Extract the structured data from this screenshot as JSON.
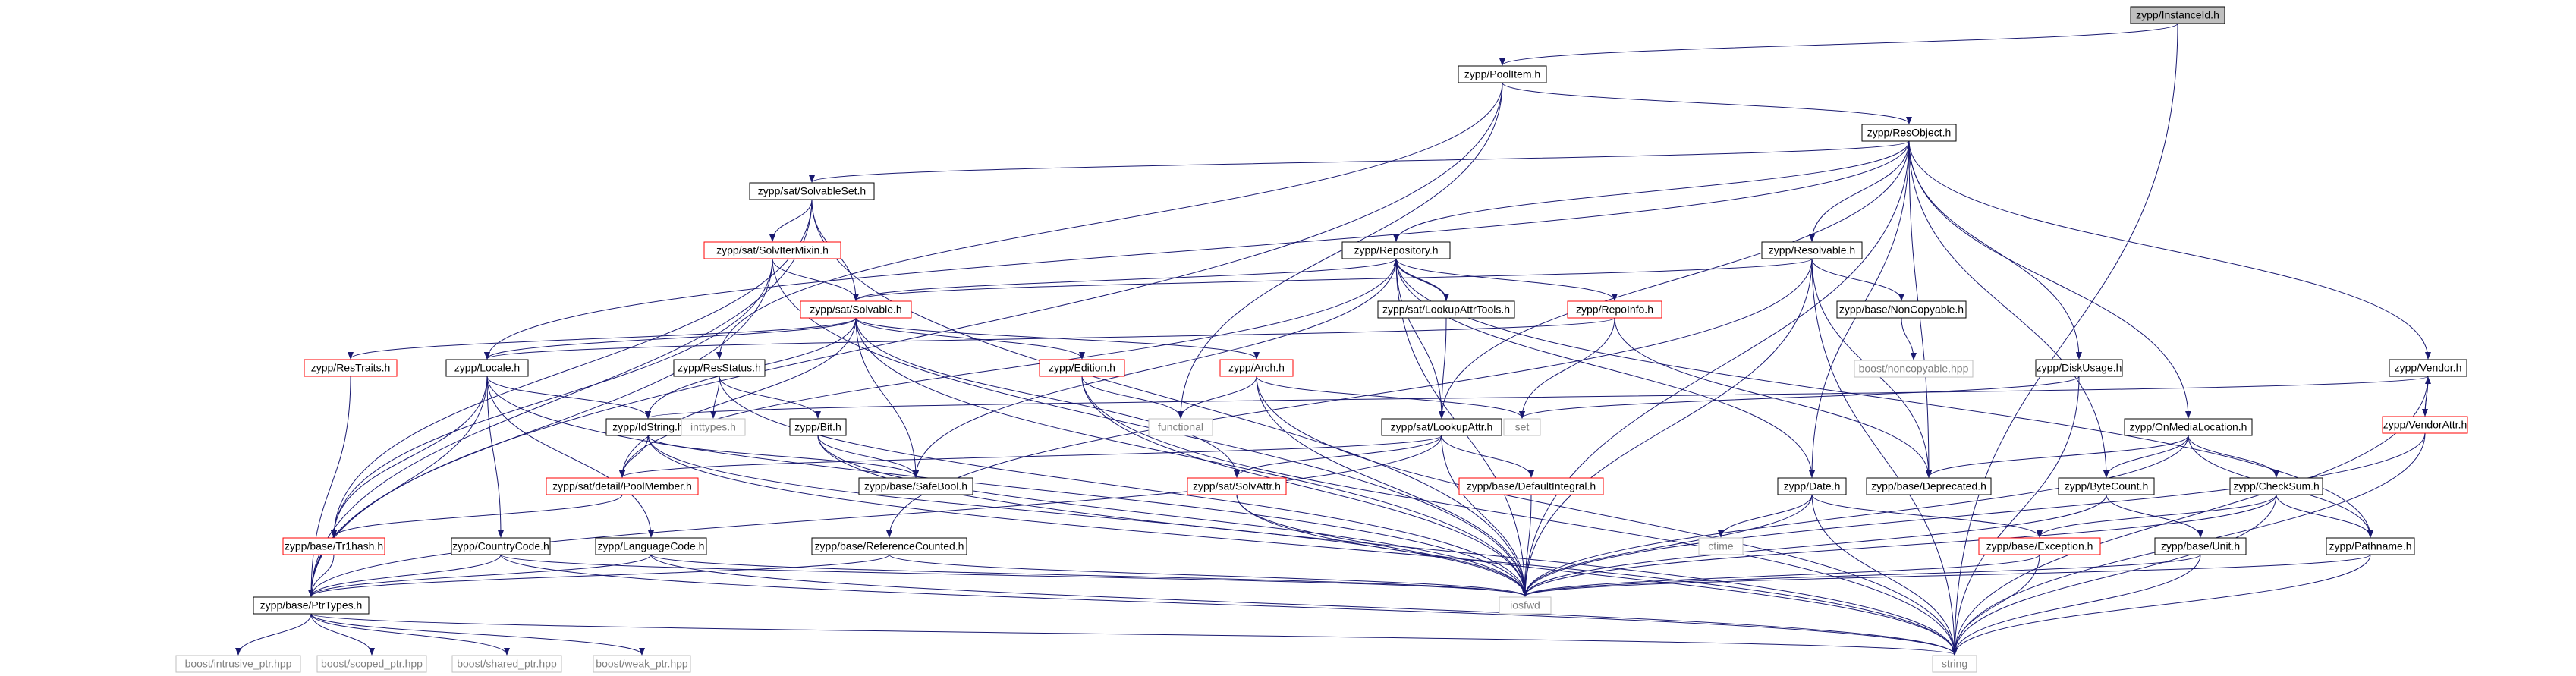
{
  "colors": {
    "edge": "#191970",
    "root_fill": "#bfbfbf",
    "documented_border": "#000000",
    "undocumented_border": "#ff0000",
    "system_border": "#bfbfbf",
    "system_text": "#7f7f7f",
    "text": "#000000"
  },
  "nodes": [
    {
      "id": "instanceid",
      "label": "zypp/InstanceId.h",
      "kind": "root"
    },
    {
      "id": "poolitem",
      "label": "zypp/PoolItem.h",
      "kind": "doc"
    },
    {
      "id": "resobject",
      "label": "zypp/ResObject.h",
      "kind": "doc"
    },
    {
      "id": "solvableset",
      "label": "zypp/sat/SolvableSet.h",
      "kind": "doc"
    },
    {
      "id": "solvitermixin",
      "label": "zypp/sat/SolvIterMixin.h",
      "kind": "red"
    },
    {
      "id": "repository",
      "label": "zypp/Repository.h",
      "kind": "doc"
    },
    {
      "id": "resolvable",
      "label": "zypp/Resolvable.h",
      "kind": "doc"
    },
    {
      "id": "solvable",
      "label": "zypp/sat/Solvable.h",
      "kind": "red"
    },
    {
      "id": "lookupattrtools",
      "label": "zypp/sat/LookupAttrTools.h",
      "kind": "doc"
    },
    {
      "id": "repoinfo",
      "label": "zypp/RepoInfo.h",
      "kind": "red"
    },
    {
      "id": "noncopyable",
      "label": "zypp/base/NonCopyable.h",
      "kind": "doc"
    },
    {
      "id": "boostnoncopyable",
      "label": "boost/noncopyable.hpp",
      "kind": "sys"
    },
    {
      "id": "restraits",
      "label": "zypp/ResTraits.h",
      "kind": "red"
    },
    {
      "id": "locale",
      "label": "zypp/Locale.h",
      "kind": "doc"
    },
    {
      "id": "resstatus",
      "label": "zypp/ResStatus.h",
      "kind": "doc"
    },
    {
      "id": "edition",
      "label": "zypp/Edition.h",
      "kind": "red"
    },
    {
      "id": "arch",
      "label": "zypp/Arch.h",
      "kind": "red"
    },
    {
      "id": "diskusage",
      "label": "zypp/DiskUsage.h",
      "kind": "doc"
    },
    {
      "id": "vendor",
      "label": "zypp/Vendor.h",
      "kind": "doc"
    },
    {
      "id": "vendorattr",
      "label": "zypp/VendorAttr.h",
      "kind": "red"
    },
    {
      "id": "idstring",
      "label": "zypp/IdString.h",
      "kind": "doc"
    },
    {
      "id": "inttypes",
      "label": "inttypes.h",
      "kind": "sys"
    },
    {
      "id": "bit",
      "label": "zypp/Bit.h",
      "kind": "doc"
    },
    {
      "id": "functional",
      "label": "functional",
      "kind": "sys"
    },
    {
      "id": "set",
      "label": "set",
      "kind": "sys"
    },
    {
      "id": "lookupattr",
      "label": "zypp/sat/LookupAttr.h",
      "kind": "doc"
    },
    {
      "id": "onmedialocation",
      "label": "zypp/OnMediaLocation.h",
      "kind": "doc"
    },
    {
      "id": "poolmember",
      "label": "zypp/sat/detail/PoolMember.h",
      "kind": "red"
    },
    {
      "id": "safebool",
      "label": "zypp/base/SafeBool.h",
      "kind": "doc"
    },
    {
      "id": "solvattr",
      "label": "zypp/sat/SolvAttr.h",
      "kind": "red"
    },
    {
      "id": "defaultintegral",
      "label": "zypp/base/DefaultIntegral.h",
      "kind": "red"
    },
    {
      "id": "date",
      "label": "zypp/Date.h",
      "kind": "doc"
    },
    {
      "id": "deprecated",
      "label": "zypp/base/Deprecated.h",
      "kind": "doc"
    },
    {
      "id": "bytecount",
      "label": "zypp/ByteCount.h",
      "kind": "doc"
    },
    {
      "id": "checksum",
      "label": "zypp/CheckSum.h",
      "kind": "doc"
    },
    {
      "id": "tr1hash",
      "label": "zypp/base/Tr1hash.h",
      "kind": "red"
    },
    {
      "id": "countrycode",
      "label": "zypp/CountryCode.h",
      "kind": "doc"
    },
    {
      "id": "languagecode",
      "label": "zypp/LanguageCode.h",
      "kind": "doc"
    },
    {
      "id": "referencecounted",
      "label": "zypp/base/ReferenceCounted.h",
      "kind": "doc"
    },
    {
      "id": "ctime",
      "label": "ctime",
      "kind": "sys"
    },
    {
      "id": "exception",
      "label": "zypp/base/Exception.h",
      "kind": "red"
    },
    {
      "id": "unit",
      "label": "zypp/base/Unit.h",
      "kind": "doc"
    },
    {
      "id": "pathname",
      "label": "zypp/Pathname.h",
      "kind": "doc"
    },
    {
      "id": "ptrtypes",
      "label": "zypp/base/PtrTypes.h",
      "kind": "doc"
    },
    {
      "id": "iosfwd",
      "label": "iosfwd",
      "kind": "sys"
    },
    {
      "id": "intrusive",
      "label": "boost/intrusive_ptr.hpp",
      "kind": "sys"
    },
    {
      "id": "scoped",
      "label": "boost/scoped_ptr.hpp",
      "kind": "sys"
    },
    {
      "id": "shared",
      "label": "boost/shared_ptr.hpp",
      "kind": "sys"
    },
    {
      "id": "weak",
      "label": "boost/weak_ptr.hpp",
      "kind": "sys"
    },
    {
      "id": "string",
      "label": "string",
      "kind": "sys"
    }
  ],
  "edges": [
    [
      "instanceid",
      "poolitem"
    ],
    [
      "instanceid",
      "string"
    ],
    [
      "poolitem",
      "resobject"
    ],
    [
      "poolitem",
      "resstatus"
    ],
    [
      "poolitem",
      "ptrtypes"
    ],
    [
      "poolitem",
      "functional"
    ],
    [
      "resobject",
      "solvableset"
    ],
    [
      "resobject",
      "repository"
    ],
    [
      "resobject",
      "resolvable"
    ],
    [
      "resobject",
      "locale"
    ],
    [
      "resobject",
      "diskusage"
    ],
    [
      "resobject",
      "vendor"
    ],
    [
      "resobject",
      "lookupattr"
    ],
    [
      "resobject",
      "onmedialocation"
    ],
    [
      "resobject",
      "date"
    ],
    [
      "resobject",
      "bytecount"
    ],
    [
      "resobject",
      "deprecated"
    ],
    [
      "resobject",
      "iosfwd"
    ],
    [
      "solvableset",
      "solvitermixin"
    ],
    [
      "solvableset",
      "solvable"
    ],
    [
      "solvableset",
      "ptrtypes"
    ],
    [
      "solvableset",
      "tr1hash"
    ],
    [
      "solvableset",
      "iosfwd"
    ],
    [
      "solvitermixin",
      "solvable"
    ],
    [
      "solvitermixin",
      "ptrtypes"
    ],
    [
      "solvitermixin",
      "tr1hash"
    ],
    [
      "solvitermixin",
      "iosfwd"
    ],
    [
      "repository",
      "solvable"
    ],
    [
      "repository",
      "lookupattrtools"
    ],
    [
      "repository",
      "repoinfo"
    ],
    [
      "repository",
      "lookupattr"
    ],
    [
      "repository",
      "poolmember"
    ],
    [
      "repository",
      "safebool"
    ],
    [
      "repository",
      "iosfwd"
    ],
    [
      "repository",
      "date"
    ],
    [
      "repository",
      "pathname"
    ],
    [
      "resolvable",
      "solvable"
    ],
    [
      "resolvable",
      "noncopyable"
    ],
    [
      "resolvable",
      "deprecated"
    ],
    [
      "resolvable",
      "referencecounted"
    ],
    [
      "resolvable",
      "iosfwd"
    ],
    [
      "resolvable",
      "string"
    ],
    [
      "solvable",
      "restraits"
    ],
    [
      "solvable",
      "locale"
    ],
    [
      "solvable",
      "edition"
    ],
    [
      "solvable",
      "arch"
    ],
    [
      "solvable",
      "idstring"
    ],
    [
      "solvable",
      "poolmember"
    ],
    [
      "solvable",
      "safebool"
    ],
    [
      "solvable",
      "solvattr"
    ],
    [
      "solvable",
      "iosfwd"
    ],
    [
      "lookupattrtools",
      "lookupattr"
    ],
    [
      "lookupattrtools",
      "repository"
    ],
    [
      "repoinfo",
      "locale"
    ],
    [
      "repoinfo",
      "set"
    ],
    [
      "repoinfo",
      "deprecated"
    ],
    [
      "noncopyable",
      "boostnoncopyable"
    ],
    [
      "restraits",
      "ptrtypes"
    ],
    [
      "locale",
      "idstring"
    ],
    [
      "locale",
      "countrycode"
    ],
    [
      "locale",
      "languagecode"
    ],
    [
      "locale",
      "tr1hash"
    ],
    [
      "locale",
      "ptrtypes"
    ],
    [
      "locale",
      "iosfwd"
    ],
    [
      "resstatus",
      "bit"
    ],
    [
      "resstatus",
      "inttypes"
    ],
    [
      "resstatus",
      "iosfwd"
    ],
    [
      "edition",
      "functional"
    ],
    [
      "edition",
      "iosfwd"
    ],
    [
      "edition",
      "string"
    ],
    [
      "arch",
      "functional"
    ],
    [
      "arch",
      "set"
    ],
    [
      "arch",
      "iosfwd"
    ],
    [
      "arch",
      "string"
    ],
    [
      "diskusage",
      "set"
    ],
    [
      "diskusage",
      "string"
    ],
    [
      "vendor",
      "vendorattr"
    ],
    [
      "vendor",
      "idstring"
    ],
    [
      "vendor",
      "string"
    ],
    [
      "vendorattr",
      "vendor"
    ],
    [
      "vendorattr",
      "iosfwd"
    ],
    [
      "vendorattr",
      "string"
    ],
    [
      "idstring",
      "poolmember"
    ],
    [
      "idstring",
      "safebool"
    ],
    [
      "idstring",
      "iosfwd"
    ],
    [
      "idstring",
      "string"
    ],
    [
      "bit",
      "safebool"
    ],
    [
      "bit",
      "iosfwd"
    ],
    [
      "bit",
      "string"
    ],
    [
      "lookupattr",
      "solvattr"
    ],
    [
      "lookupattr",
      "defaultintegral"
    ],
    [
      "lookupattr",
      "poolmember"
    ],
    [
      "lookupattr",
      "ptrtypes"
    ],
    [
      "lookupattr",
      "iosfwd"
    ],
    [
      "onmedialocation",
      "bytecount"
    ],
    [
      "onmedialocation",
      "checksum"
    ],
    [
      "onmedialocation",
      "pathname"
    ],
    [
      "onmedialocation",
      "deprecated"
    ],
    [
      "onmedialocation",
      "iosfwd"
    ],
    [
      "poolmember",
      "tr1hash"
    ],
    [
      "solvattr",
      "iosfwd"
    ],
    [
      "solvattr",
      "string"
    ],
    [
      "defaultintegral",
      "iosfwd"
    ],
    [
      "date",
      "exception"
    ],
    [
      "date",
      "ctime"
    ],
    [
      "date",
      "iosfwd"
    ],
    [
      "date",
      "string"
    ],
    [
      "bytecount",
      "unit"
    ],
    [
      "bytecount",
      "iosfwd"
    ],
    [
      "checksum",
      "exception"
    ],
    [
      "checksum",
      "pathname"
    ],
    [
      "checksum",
      "iosfwd"
    ],
    [
      "checksum",
      "string"
    ],
    [
      "tr1hash",
      "ptrtypes"
    ],
    [
      "countrycode",
      "ptrtypes"
    ],
    [
      "countrycode",
      "iosfwd"
    ],
    [
      "countrycode",
      "string"
    ],
    [
      "languagecode",
      "ptrtypes"
    ],
    [
      "languagecode",
      "iosfwd"
    ],
    [
      "languagecode",
      "string"
    ],
    [
      "referencecounted",
      "ptrtypes"
    ],
    [
      "referencecounted",
      "iosfwd"
    ],
    [
      "exception",
      "iosfwd"
    ],
    [
      "exception",
      "string"
    ],
    [
      "unit",
      "iosfwd"
    ],
    [
      "unit",
      "string"
    ],
    [
      "pathname",
      "iosfwd"
    ],
    [
      "pathname",
      "string"
    ],
    [
      "ptrtypes",
      "intrusive"
    ],
    [
      "ptrtypes",
      "scoped"
    ],
    [
      "ptrtypes",
      "shared"
    ],
    [
      "ptrtypes",
      "weak"
    ],
    [
      "ptrtypes",
      "string"
    ]
  ]
}
